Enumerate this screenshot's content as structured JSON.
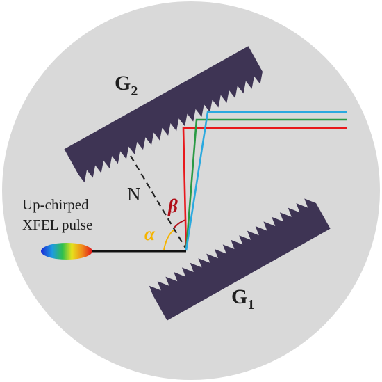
{
  "diagram": {
    "gratings": {
      "g2": {
        "letter": "G",
        "subscript": "2"
      },
      "g1": {
        "letter": "G",
        "subscript": "1"
      }
    },
    "normal_label": "N",
    "angles": {
      "alpha": {
        "symbol": "α",
        "color": "#f5b400"
      },
      "beta": {
        "symbol": "β",
        "color": "#b00e18"
      }
    },
    "pulse_label": {
      "line1": "Up-chirped",
      "line2": "XFEL pulse"
    },
    "colors": {
      "background_circle": "#d9d9d9",
      "grating": "#3e3454",
      "incident_beam": "#111111",
      "normal_line": "#222222",
      "ray_red": "#e8181c",
      "ray_green": "#2a9a45",
      "ray_blue": "#2aa9df"
    }
  }
}
